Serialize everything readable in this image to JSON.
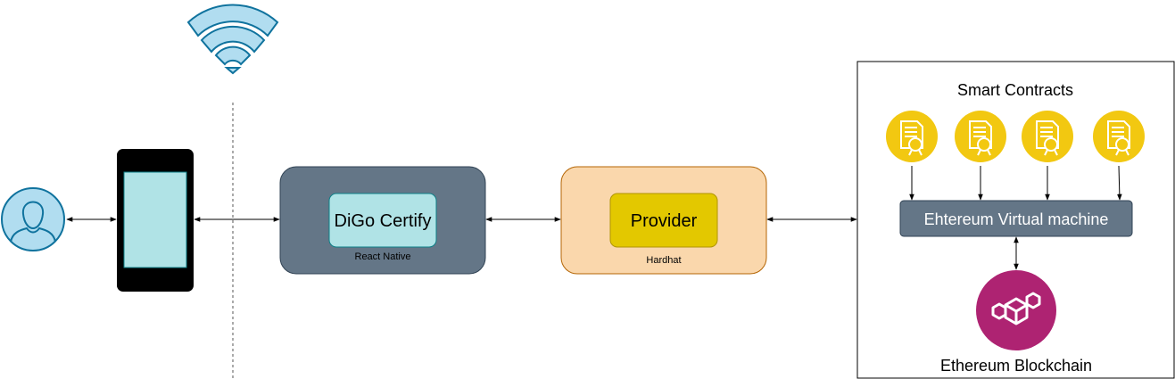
{
  "nodes": {
    "user": {
      "icon": "user-avatar-icon"
    },
    "phone": {
      "icon": "smartphone-icon"
    },
    "wifi": {
      "icon": "wifi-icon"
    },
    "react_native": {
      "inner_label": "DiGo Certify",
      "caption": "React Native"
    },
    "hardhat": {
      "inner_label": "Provider",
      "caption": "Hardhat"
    },
    "ethereum_panel": {
      "title": "Smart Contracts",
      "contracts": [
        {
          "icon": "certificate-icon"
        },
        {
          "icon": "certificate-icon"
        },
        {
          "icon": "certificate-icon"
        },
        {
          "icon": "certificate-icon"
        }
      ],
      "evm_label": "Ehtereum Virtual machine",
      "blockchain_label": "Ethereum Blockchain",
      "blockchain_icon": "blockchain-cubes-icon"
    }
  },
  "colors": {
    "user_fill": "#b1ddf0",
    "user_stroke": "#10739e",
    "wifi_fill": "#b1ddf0",
    "wifi_stroke": "#10739e",
    "phone_body": "#000000",
    "phone_screen": "#b0e3e6",
    "react_box_fill": "#647687",
    "react_box_stroke": "#314354",
    "react_inner_fill": "#b0e3e6",
    "react_inner_stroke": "#0e8088",
    "hardhat_box_fill": "#fad7ac",
    "hardhat_box_stroke": "#b46504",
    "provider_fill": "#e3c800",
    "provider_stroke": "#b09500",
    "contract_fill": "#f2c811",
    "evm_fill": "#647687",
    "evm_stroke": "#314354",
    "blockchain_fill": "#ae2372"
  }
}
